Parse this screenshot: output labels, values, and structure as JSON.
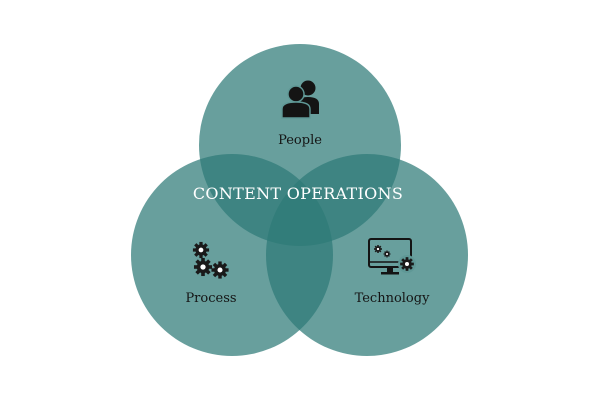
{
  "diagram": {
    "center_title": "CONTENT OPERATIONS",
    "circles": [
      {
        "label": "People",
        "icon": "people-icon"
      },
      {
        "label": "Process",
        "icon": "gears-icon"
      },
      {
        "label": "Technology",
        "icon": "monitor-gears-icon"
      }
    ]
  },
  "colors": {
    "circle_fill": "#2e7a77",
    "label_text": "#141414",
    "title_text": "#ffffff",
    "background": "#ffffff"
  }
}
